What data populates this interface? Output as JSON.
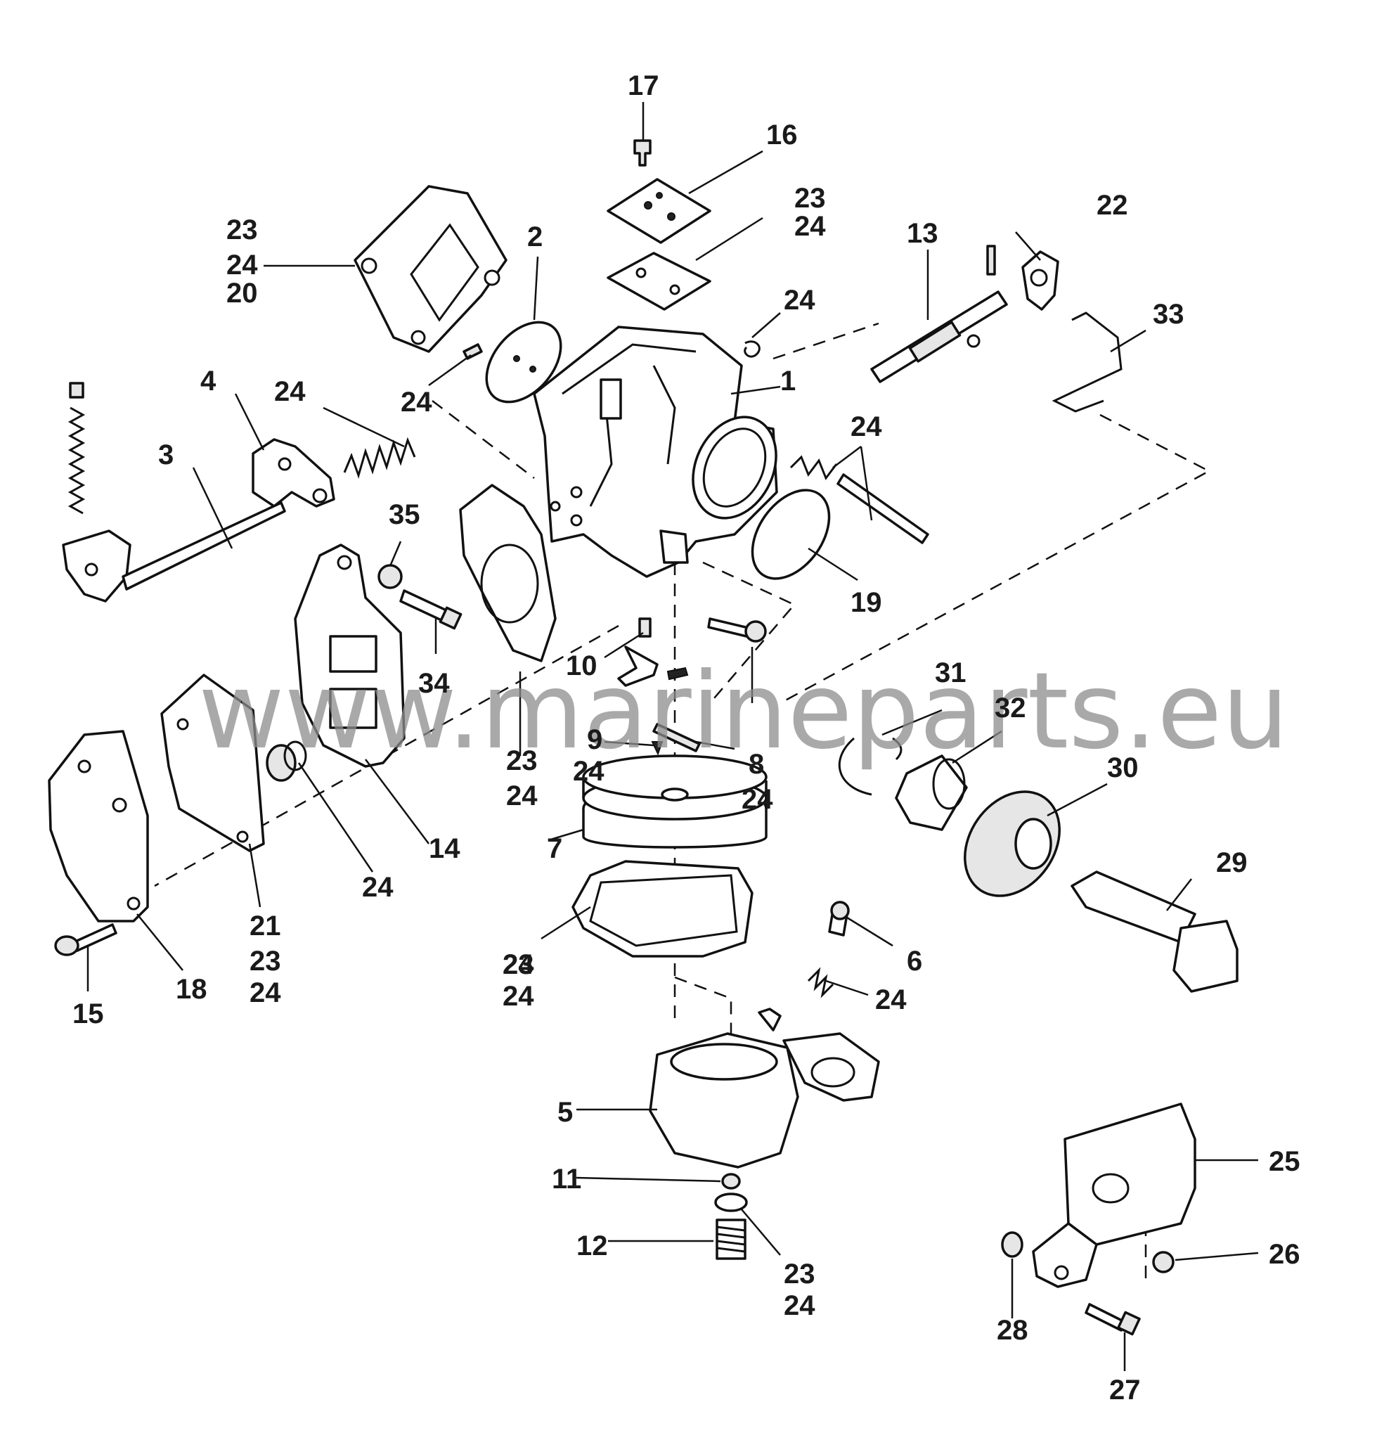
{
  "watermark": "www.marineparts.eu",
  "callouts": [
    "17",
    "16",
    "23",
    "24",
    "22",
    "13",
    "33",
    "23",
    "24",
    "20",
    "2",
    "24",
    "1",
    "4",
    "24",
    "24",
    "24",
    "3",
    "35",
    "19",
    "34",
    "10",
    "31",
    "9",
    "24",
    "8",
    "24",
    "32",
    "30",
    "23",
    "24",
    "24",
    "14",
    "7",
    "29",
    "21",
    "23",
    "24",
    "18",
    "24",
    "15",
    "6",
    "23",
    "24",
    "24",
    "5",
    "11",
    "12",
    "23",
    "24",
    "25",
    "26",
    "28",
    "27"
  ]
}
